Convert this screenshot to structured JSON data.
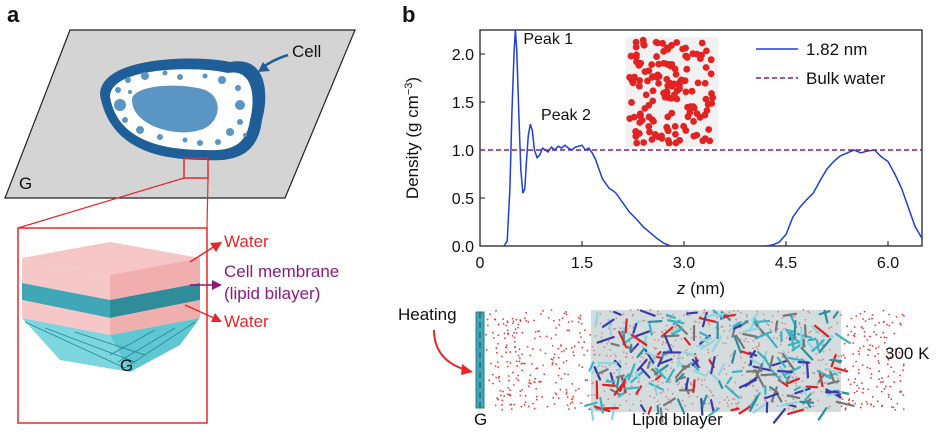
{
  "panel_a": {
    "letter": "a",
    "cell_label": "Cell",
    "graphene_label": "G",
    "inset_graphene_label": "G",
    "water_top": "Water",
    "membrane_line1": "Cell membrane",
    "membrane_line2": "(lipid bilayer)",
    "water_bottom": "Water",
    "colors": {
      "cell_wall": "#1f5f99",
      "cell_fill": "#5b95c4",
      "annotation_red": "#e8262a",
      "annotation_purple": "#8a1a7f"
    }
  },
  "panel_b": {
    "letter": "b",
    "bottom_heating": "Heating",
    "bottom_temperature": "300 K",
    "bottom_g": "G",
    "bottom_lipid": "Lipid bilayer"
  },
  "chart_data": {
    "type": "line",
    "xlabel_var": "z",
    "xlabel_unit": " (nm)",
    "ylabel": "Density (g cm",
    "ylabel_sup": "−3",
    "ylabel_end": ")",
    "xlim": [
      0,
      6.5
    ],
    "ylim": [
      0,
      2.25
    ],
    "xticks": [
      "0",
      "1.5",
      "3.0",
      "4.5",
      "6.0"
    ],
    "xtick_values": [
      0,
      1.5,
      3.0,
      4.5,
      6.0
    ],
    "yticks": [
      "0.0",
      "0.5",
      "1.0",
      "1.5",
      "2.0"
    ],
    "ytick_values": [
      0,
      0.5,
      1.0,
      1.5,
      2.0
    ],
    "legend_placement": "top-right",
    "annotations": [
      {
        "text": "Peak 1",
        "x": 0.52,
        "y": 2.25
      },
      {
        "text": "Peak 2",
        "x": 0.78,
        "y": 1.27
      }
    ],
    "series": [
      {
        "name": "1.82 nm",
        "color": "#1f3fd6",
        "x": [
          0.35,
          0.4,
          0.44,
          0.47,
          0.5,
          0.52,
          0.54,
          0.57,
          0.6,
          0.63,
          0.66,
          0.68,
          0.71,
          0.74,
          0.77,
          0.8,
          0.84,
          0.88,
          0.92,
          0.96,
          1.0,
          1.05,
          1.1,
          1.15,
          1.2,
          1.25,
          1.3,
          1.35,
          1.4,
          1.45,
          1.5,
          1.55,
          1.6,
          1.65,
          1.7,
          1.75,
          1.8,
          1.85,
          1.9,
          1.95,
          2.0,
          2.1,
          2.2,
          2.3,
          2.4,
          2.5,
          2.6,
          2.7,
          2.8,
          2.9,
          3.0,
          3.5,
          4.0,
          4.2,
          4.3,
          4.4,
          4.5,
          4.6,
          4.7,
          4.8,
          4.9,
          5.0,
          5.1,
          5.2,
          5.3,
          5.4,
          5.5,
          5.6,
          5.7,
          5.8,
          5.9,
          6.0,
          6.1,
          6.2,
          6.3,
          6.4,
          6.5
        ],
        "y": [
          0.0,
          0.05,
          0.6,
          1.4,
          2.0,
          2.25,
          2.05,
          1.4,
          0.8,
          0.55,
          0.6,
          0.85,
          1.15,
          1.27,
          1.2,
          1.0,
          0.92,
          0.95,
          1.02,
          1.0,
          0.98,
          1.03,
          1.0,
          1.04,
          1.02,
          1.05,
          1.02,
          1.0,
          1.03,
          1.04,
          1.05,
          1.0,
          1.02,
          0.97,
          0.9,
          0.8,
          0.7,
          0.65,
          0.6,
          0.58,
          0.55,
          0.45,
          0.35,
          0.28,
          0.2,
          0.14,
          0.08,
          0.03,
          0.0,
          0.0,
          0.0,
          0.0,
          0.0,
          0.0,
          0.01,
          0.04,
          0.12,
          0.3,
          0.4,
          0.48,
          0.55,
          0.68,
          0.8,
          0.88,
          0.94,
          0.97,
          1.0,
          0.97,
          0.99,
          1.0,
          0.93,
          0.88,
          0.75,
          0.6,
          0.4,
          0.2,
          0.08
        ]
      },
      {
        "name": "Bulk water",
        "color": "#8a1a7f",
        "dashed": true,
        "x": [
          0,
          6.5
        ],
        "y": [
          1.0,
          1.0
        ]
      }
    ]
  }
}
